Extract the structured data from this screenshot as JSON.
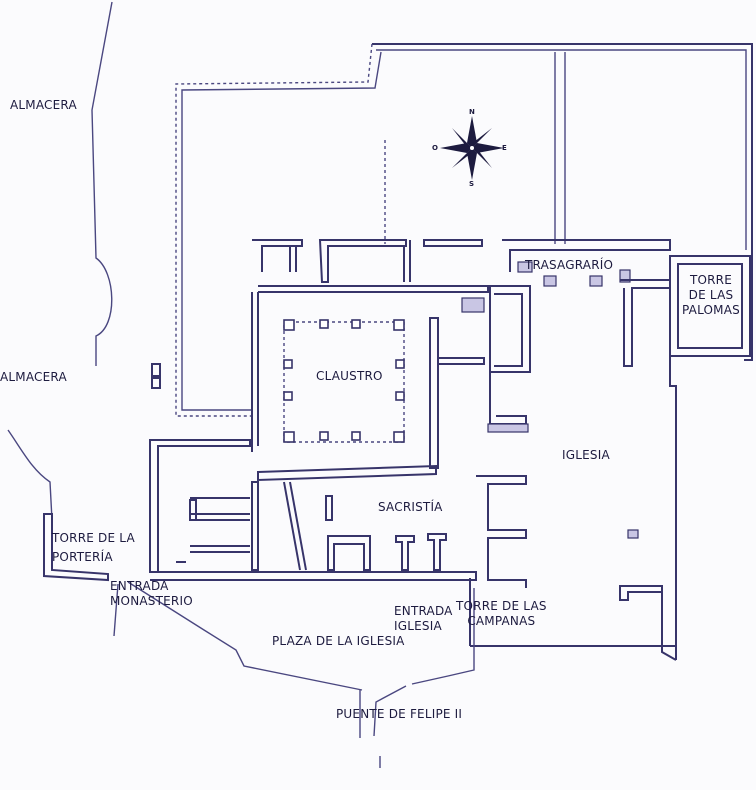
{
  "plan": {
    "labels": {
      "almacera_top": "ALMACERA",
      "almacera_left": "ALMACERA",
      "trasagrario": "TRASAGRARÍO",
      "torre_palomas": "TORRE\nDE LAS\nPALOMAS",
      "claustro": "CLAUSTRO",
      "iglesia": "IGLESIA",
      "sacristia": "SACRISTÍA",
      "torre_porteria": "TORRE DE LA\nPORTERÍA",
      "entrada_monasterio": "ENTRADA\nMONASTERIO",
      "entrada_iglesia": "ENTRADA\nIGLESIA",
      "torre_campanas": "TORRE DE LAS\nCAMPANAS",
      "plaza": "PLAZA DE LA IGLESIA",
      "puente": "PUENTE DE FELIPE II"
    },
    "compass": {
      "n": "N",
      "s": "S",
      "e": "E",
      "o": "O",
      "icon": "compass-rose-icon"
    },
    "colors": {
      "ink": "#37346a",
      "fill": "#c9c6e4",
      "paper": "#fbfbfd"
    }
  }
}
